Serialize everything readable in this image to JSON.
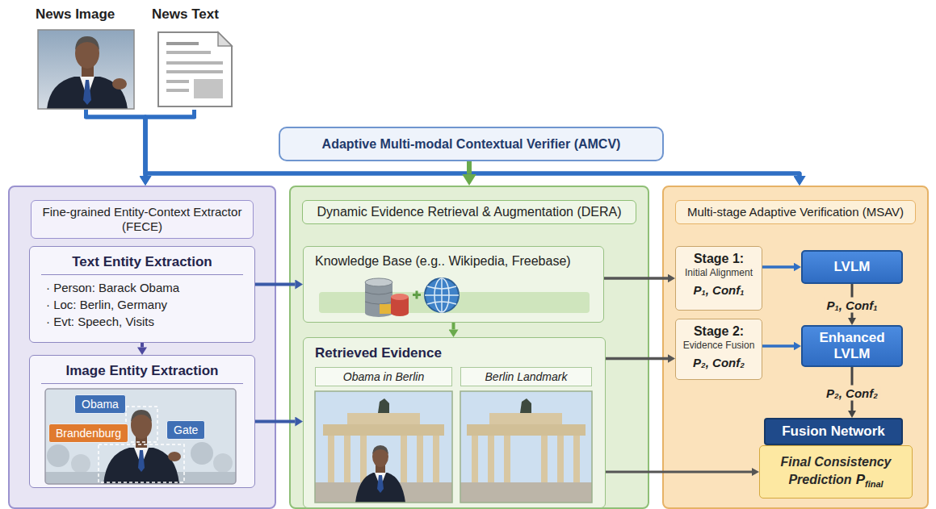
{
  "diagram": {
    "nodes": [
      {
        "text": [
          "News Image"
        ]
      },
      {
        "text": [
          "News Text"
        ]
      },
      {
        "text": [
          "Adaptive Multi-modal Contextual Verifier (AMCV)"
        ]
      },
      {
        "text": [
          "Fine-grained Entity-Context Extractor (FECE)"
        ]
      },
      {
        "text": [
          "Text Entity Extraction",
          "· Person: Barack Obama",
          "· Loc: Berlin, Germany",
          "· Evt: Speech, Visits"
        ],
        "in": 3
      },
      {
        "text": [
          "Image Entity Extraction"
        ],
        "in": 3
      },
      {
        "text": [
          "Obama"
        ],
        "in": 5
      },
      {
        "text": [
          "Brandenburg"
        ],
        "in": 5
      },
      {
        "text": [
          "Gate"
        ],
        "in": 5
      },
      {
        "text": [
          "Dynamic Evidence Retrieval & Augmentation (DERA)"
        ]
      },
      {
        "text": [
          "Knowledge Base (e.g.. Wikipedia, Freebase)"
        ],
        "in": 9
      },
      {
        "text": [
          "Retrieved Evidence"
        ],
        "in": 9
      },
      {
        "text": [
          "Obama in Berlin"
        ],
        "in": 11
      },
      {
        "text": [
          "Berlin Landmark"
        ],
        "in": 11
      },
      {
        "text": [
          "Multi-stage Adaptive Verification (MSAV)"
        ]
      },
      {
        "text": [
          "Stage 1:",
          "Initial Alignment",
          "P₁, Conf₁"
        ],
        "in": 14
      },
      {
        "text": [
          "LVLM"
        ],
        "in": 14
      },
      {
        "text": [
          "Stage 2:",
          "Evidence Fusion",
          "P₂, Conf₂"
        ],
        "in": 14
      },
      {
        "text": [
          "Enhanced LVLM"
        ],
        "in": 14
      },
      {
        "text": [
          "Fusion Network"
        ],
        "in": 14
      },
      {
        "text": [
          "Final Consistency Prediction",
          "P",
          "final"
        ],
        "in": 14
      }
    ],
    "edges": [
      {
        "from": 0,
        "to": 3,
        "arrow": "to"
      },
      {
        "from": 1,
        "to": 3,
        "arrow": "to"
      },
      {
        "from": 0,
        "to": 14,
        "arrow": "to"
      },
      {
        "from": 1,
        "to": 14,
        "arrow": "to"
      },
      {
        "from": 2,
        "to": 9,
        "arrow": "to"
      },
      {
        "from": 4,
        "to": 5,
        "arrow": "to"
      },
      {
        "from": 4,
        "to": 10,
        "arrow": "to"
      },
      {
        "from": 5,
        "to": 11,
        "arrow": "to"
      },
      {
        "from": 10,
        "to": 11,
        "arrow": "to"
      },
      {
        "from": 10,
        "to": 15,
        "arrow": "to"
      },
      {
        "from": 11,
        "to": 17,
        "arrow": "to"
      },
      {
        "from": 11,
        "to": 20,
        "arrow": "to"
      },
      {
        "from": 15,
        "to": 16,
        "arrow": "to"
      },
      {
        "from": 17,
        "to": 18,
        "arrow": "to"
      },
      {
        "from": 16,
        "to": 18,
        "label": "P₁, Conf₁",
        "arrow": "to"
      },
      {
        "from": 18,
        "to": 19,
        "label": "P₂, Conf₂",
        "arrow": "to"
      }
    ]
  }
}
